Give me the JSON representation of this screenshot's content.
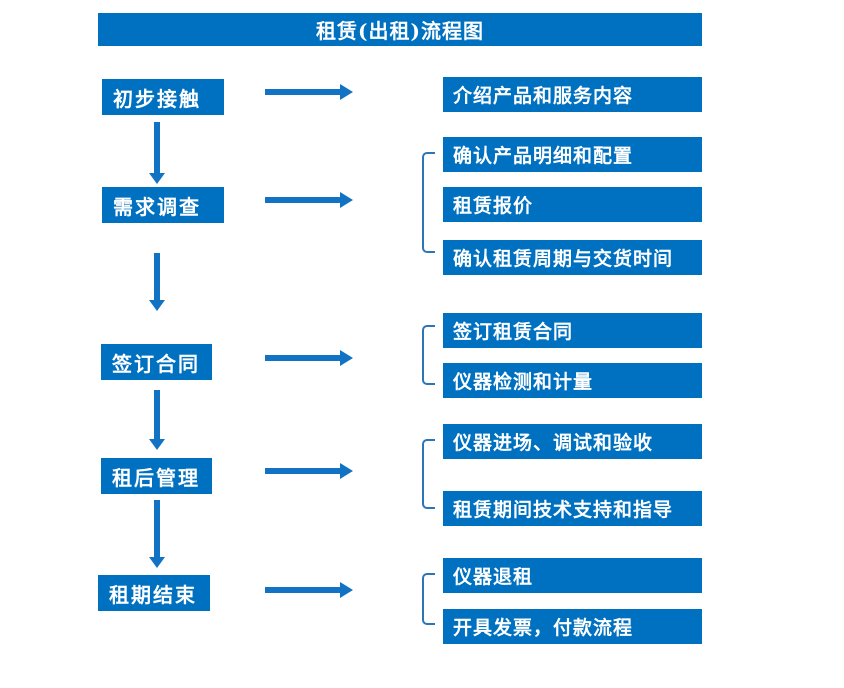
{
  "title": "租赁(出租)流程图",
  "colors": {
    "box_fill": "#0070C0",
    "arrow": "#1273C4",
    "bracket": "#2E75B6",
    "text": "#FFFFFF",
    "background": "#FFFFFF"
  },
  "icons": {
    "arrow_right": "css-triangle-right",
    "arrow_down": "css-triangle-down",
    "group_bracket": "css-left-square-bracket"
  },
  "flow": [
    {
      "step": "初步接触",
      "details": [
        "介绍产品和服务内容"
      ]
    },
    {
      "step": "需求调查",
      "details": [
        "确认产品明细和配置",
        "租赁报价",
        "确认租赁周期与交货时间"
      ]
    },
    {
      "step": "签订合同",
      "details": [
        "签订租赁合同",
        "仪器检测和计量"
      ]
    },
    {
      "step": "租后管理",
      "details": [
        "仪器进场、调试和验收",
        "租赁期间技术支持和指导"
      ]
    },
    {
      "step": "租期结束",
      "details": [
        "仪器退租",
        "开具发票，付款流程"
      ]
    }
  ]
}
